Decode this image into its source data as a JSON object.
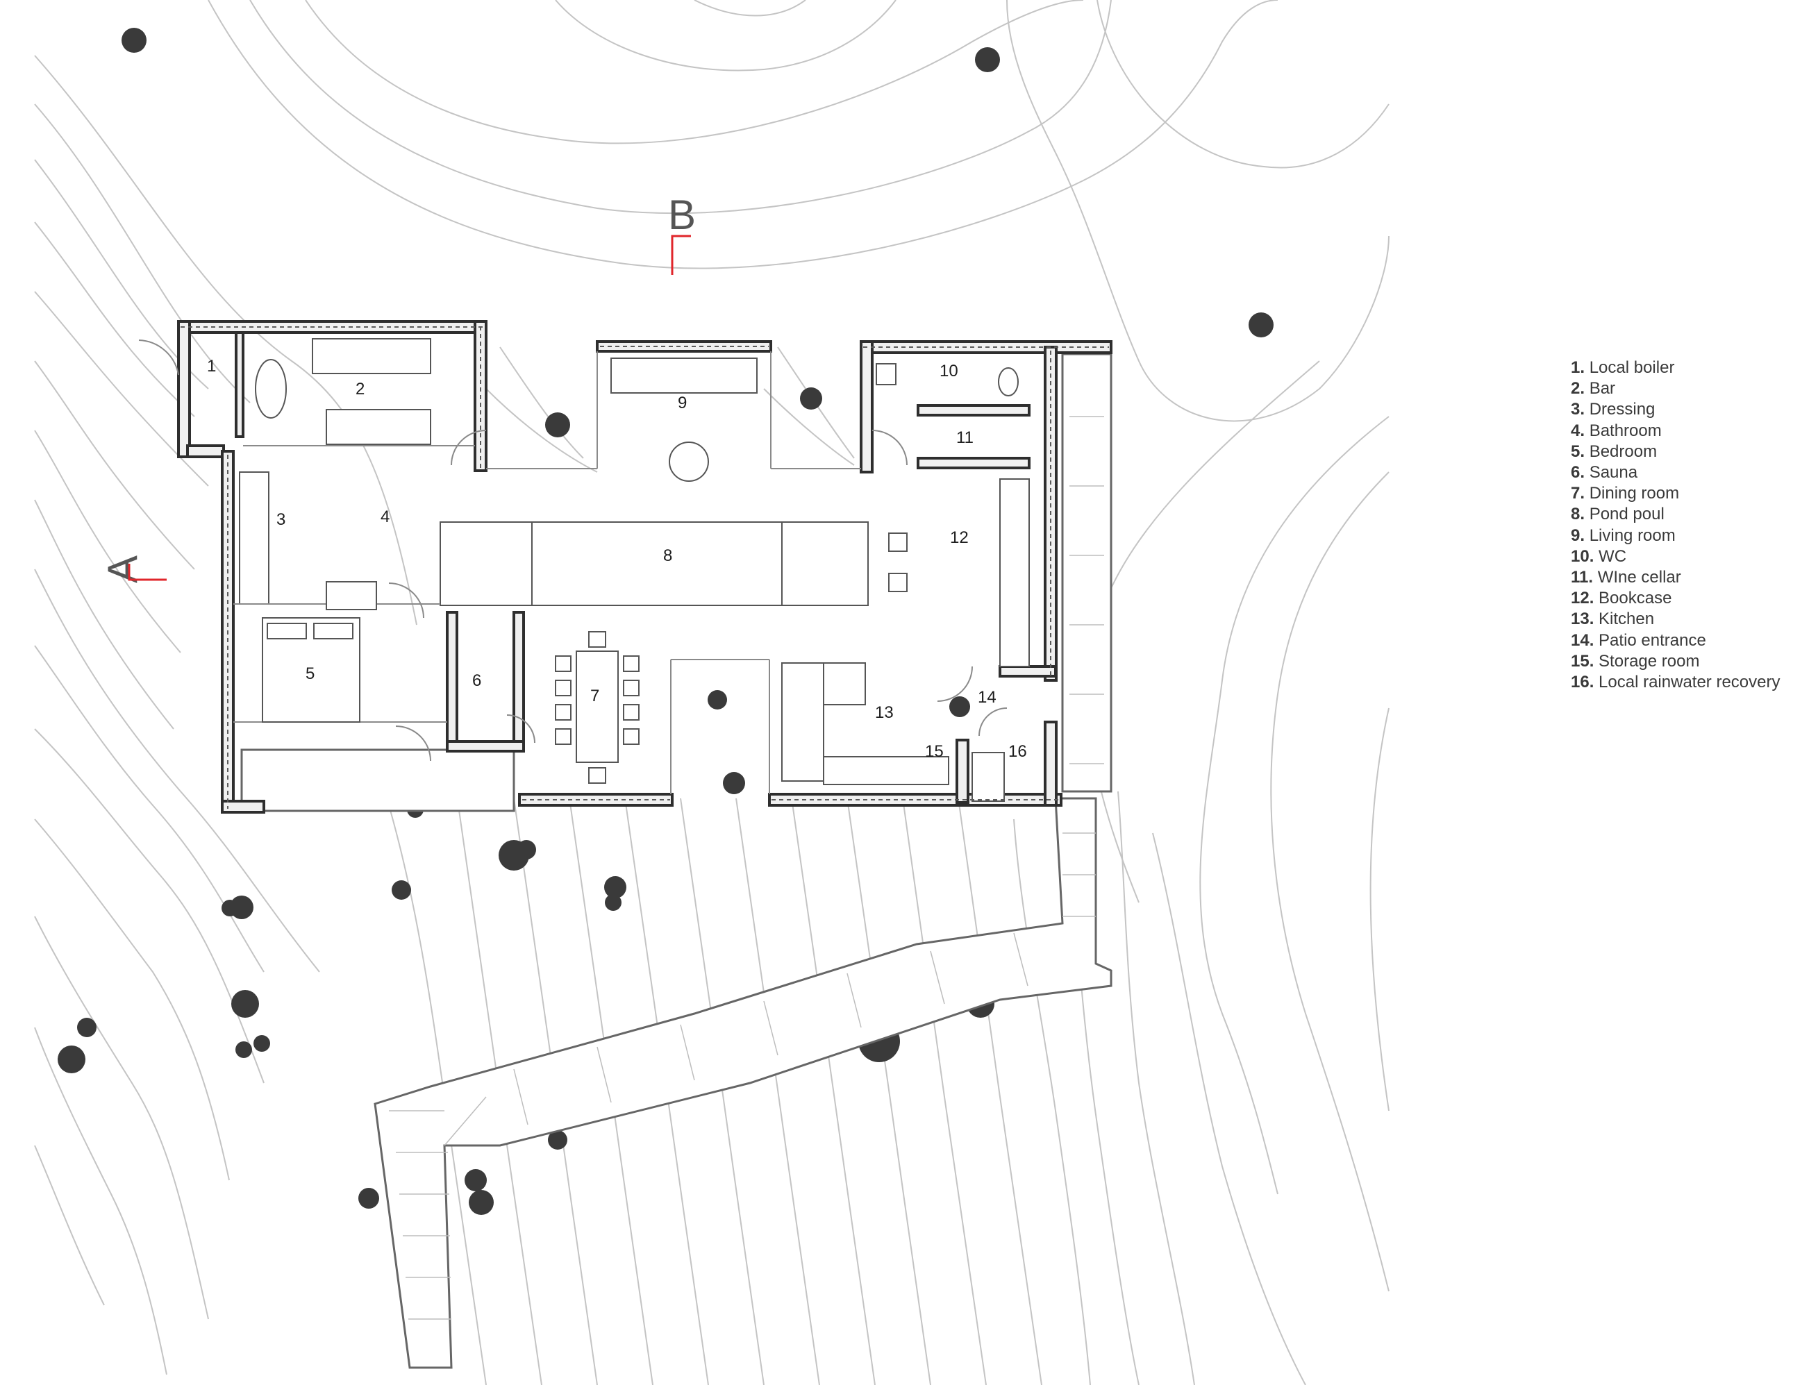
{
  "section_markers": {
    "a": "A",
    "b": "B"
  },
  "rooms": [
    {
      "num": "1"
    },
    {
      "num": "2"
    },
    {
      "num": "3"
    },
    {
      "num": "4"
    },
    {
      "num": "5"
    },
    {
      "num": "6"
    },
    {
      "num": "7"
    },
    {
      "num": "8"
    },
    {
      "num": "9"
    },
    {
      "num": "10"
    },
    {
      "num": "11"
    },
    {
      "num": "12"
    },
    {
      "num": "13"
    },
    {
      "num": "14"
    },
    {
      "num": "15"
    },
    {
      "num": "16"
    }
  ],
  "legend": {
    "items": [
      {
        "num": "1.",
        "label": "Local boiler"
      },
      {
        "num": "2.",
        "label": "Bar"
      },
      {
        "num": "3.",
        "label": "Dressing"
      },
      {
        "num": "4.",
        "label": "Bathroom"
      },
      {
        "num": "5.",
        "label": "Bedroom"
      },
      {
        "num": "6.",
        "label": "Sauna"
      },
      {
        "num": "7.",
        "label": "Dining room"
      },
      {
        "num": "8.",
        "label": "Pond poul"
      },
      {
        "num": "9.",
        "label": " Living room"
      },
      {
        "num": "10.",
        "label": "WC"
      },
      {
        "num": "11.",
        "label": "WIne cellar"
      },
      {
        "num": "12.",
        "label": "Bookcase"
      },
      {
        "num": "13.",
        "label": "Kitchen"
      },
      {
        "num": "14.",
        "label": "Patio entrance"
      },
      {
        "num": "15.",
        "label": "Storage room"
      },
      {
        "num": "16.",
        "label": "Local rainwater recovery"
      }
    ]
  }
}
